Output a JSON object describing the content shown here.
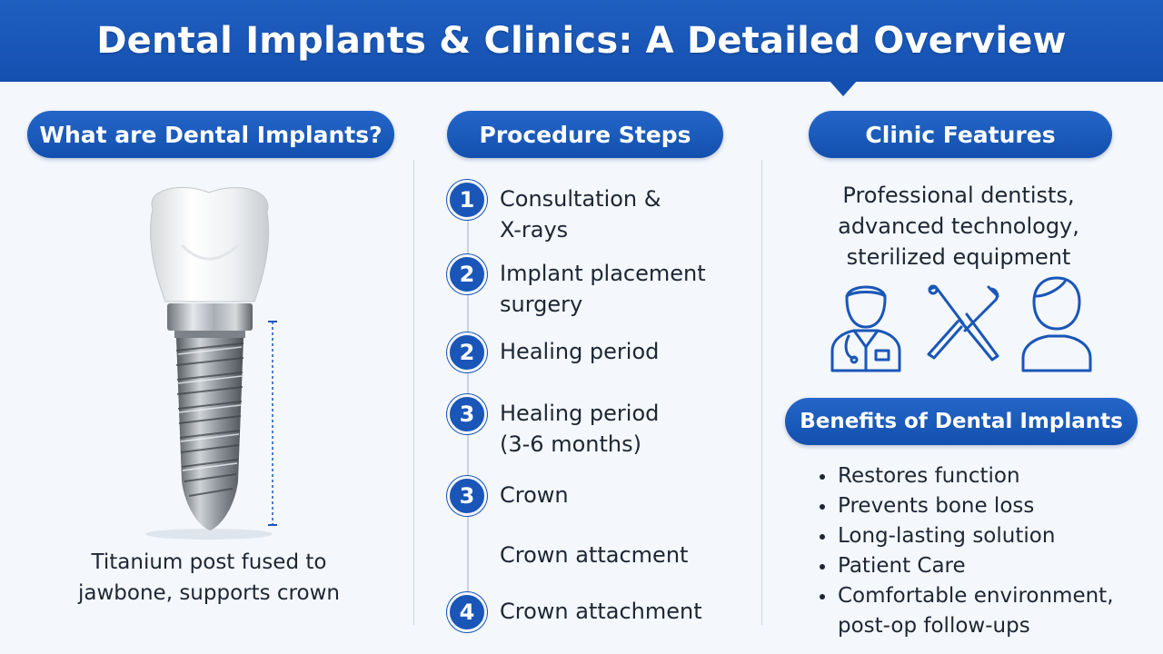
{
  "title": "Dental Implants & Clinics: A Detailed Overview",
  "sections": {
    "what": {
      "heading": "What are Dental Implants?",
      "caption_line1": "Titanium post fused to",
      "caption_line2": "jawbone, supports crown"
    },
    "procedure": {
      "heading": "Procedure Steps",
      "steps": [
        {
          "num": "1",
          "line1": "Consultation &",
          "line2": "X-rays"
        },
        {
          "num": "2",
          "line1": "Implant placement",
          "line2": "surgery"
        },
        {
          "num": "2",
          "line1": "Healing period",
          "line2": ""
        },
        {
          "num": "3",
          "line1": "Healing period",
          "line2": "(3-6 months)"
        },
        {
          "num": "3",
          "line1": "Crown",
          "line2": ""
        },
        {
          "num": "",
          "line1": "Crown attacment",
          "line2": ""
        },
        {
          "num": "4",
          "line1": "Crown attachment",
          "line2": ""
        }
      ]
    },
    "features": {
      "heading": "Clinic Features",
      "line1": "Professional dentists,",
      "line2": "advanced technology,",
      "line3": "sterilized equipment",
      "icons": [
        "dentist-icon",
        "dental-tools-icon",
        "patient-icon"
      ]
    },
    "benefits": {
      "heading": "Benefits of Dental Implants",
      "items": [
        "Restores function",
        "Prevents bone loss",
        "Long-lasting solution",
        "Patient Care",
        "Comfortable environment,",
        "post-op follow-ups"
      ]
    }
  },
  "colors": {
    "primary": "#1a56b8",
    "banner": "#1450b0",
    "background": "#f4f7fb"
  }
}
